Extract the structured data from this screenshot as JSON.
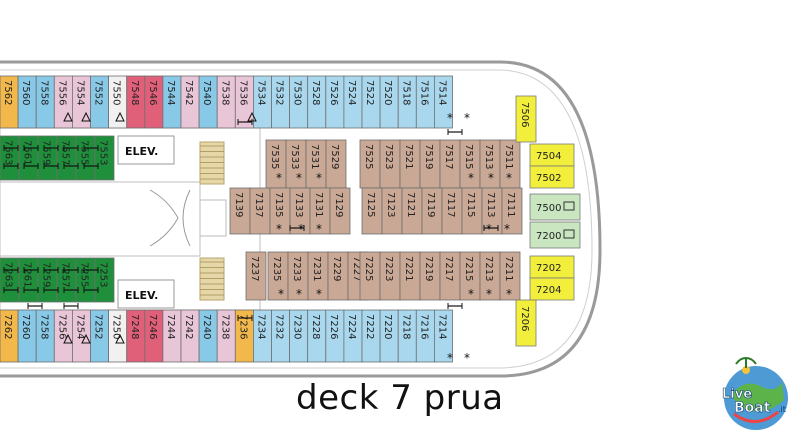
{
  "caption": "deck 7 prua",
  "elevator_label": "ELEV.",
  "logo_text": {
    "line1": "Live",
    "line2": "Boat",
    "suffix": ".it"
  },
  "colors": {
    "hull_outline": "#9a9a9a",
    "corridor": "#ffffff",
    "inner_wall": "#bfbfbf",
    "balcony_blue": "#a9d8ee",
    "interior_tan": "#c9a896",
    "green": "#1f8f3c",
    "suite_yellow": "#f2ee3c",
    "sky_blue": "#89c9e8",
    "pink": "#e9c6d7",
    "red": "#e0607a",
    "orange": "#f2b84b",
    "lightgreen": "#c9e6c1",
    "stairs": "#e6d7a8",
    "gray_room": "#f1f1f1"
  },
  "cabins": {
    "top_outer": [
      "7562",
      "7560",
      "7558",
      "7556",
      "7554",
      "7552",
      "7550",
      "7548",
      "7546",
      "7544",
      "7542",
      "7540",
      "7538",
      "7536",
      "7534",
      "7532",
      "7530",
      "7528",
      "7526",
      "7524",
      "7522",
      "7520",
      "7518",
      "7516",
      "7514"
    ],
    "top_green": [
      "7563",
      "7561",
      "7559",
      "7557",
      "7555",
      "7553"
    ],
    "top_inner_tan": [
      "7535",
      "7533",
      "7531",
      "7529",
      "7525",
      "7523",
      "7521",
      "7519",
      "7517",
      "7515",
      "7513",
      "7511"
    ],
    "mid_upper_tan": [
      "7139",
      "7137",
      "7135",
      "7133",
      "7131",
      "7129",
      "7125",
      "7123",
      "7121",
      "7119",
      "7117",
      "7115",
      "7113",
      "7111"
    ],
    "mid_lower_tan": [
      "7237",
      "7235",
      "7233",
      "7231",
      "7229",
      "7227",
      "7225",
      "7223",
      "7221",
      "7219",
      "7217",
      "7215",
      "7213",
      "7211"
    ],
    "bottom_green": [
      "7263",
      "7261",
      "7259",
      "7257",
      "7255",
      "7253"
    ],
    "bottom_outer": [
      "7262",
      "7260",
      "7258",
      "7256",
      "7254",
      "7252",
      "7250",
      "7248",
      "7246",
      "7244",
      "7242",
      "7240",
      "7238",
      "7236",
      "7234",
      "7232",
      "7230",
      "7228",
      "7226",
      "7224",
      "7222",
      "7220",
      "7218",
      "7216",
      "7214"
    ],
    "bow_suites": [
      "7506",
      "7504",
      "7502",
      "7500",
      "7200",
      "7202",
      "7204",
      "7206"
    ]
  }
}
